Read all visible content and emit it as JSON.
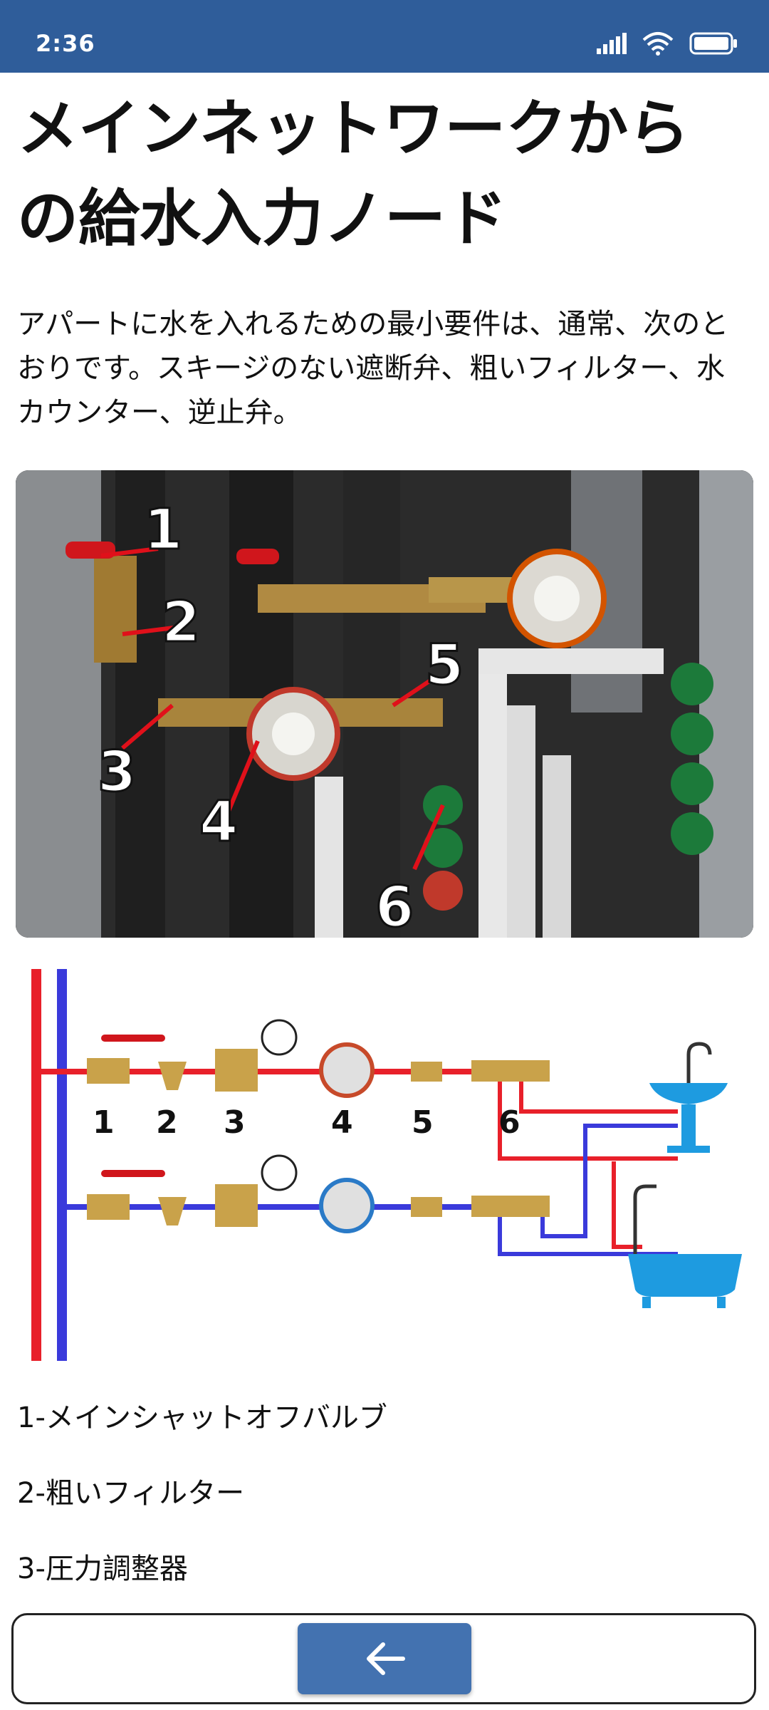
{
  "status": {
    "time": "2:36",
    "icons": [
      "signal-icon",
      "wifi-icon",
      "battery-icon"
    ]
  },
  "article": {
    "title": "メインネットワークからの給水入力ノード",
    "intro": "アパートに水を入れるための最小要件は、通常、次のとおりです。スキージのない遮断弁、粗いフィルター、水カウンター、逆止弁。",
    "photo_labels": [
      "1",
      "2",
      "3",
      "4",
      "5",
      "6"
    ],
    "diagram_labels": [
      "1",
      "2",
      "3",
      "4",
      "5",
      "6"
    ],
    "legend": [
      "1-メインシャットオフバルブ",
      "2-粗いフィルター",
      "3-圧力調整器"
    ]
  },
  "nav": {
    "back_icon": "arrow-left-icon"
  },
  "colors": {
    "statusbar": "#2f5d9a",
    "button": "#4372b0",
    "hot": "#e8202a",
    "cold": "#3a3adb"
  }
}
